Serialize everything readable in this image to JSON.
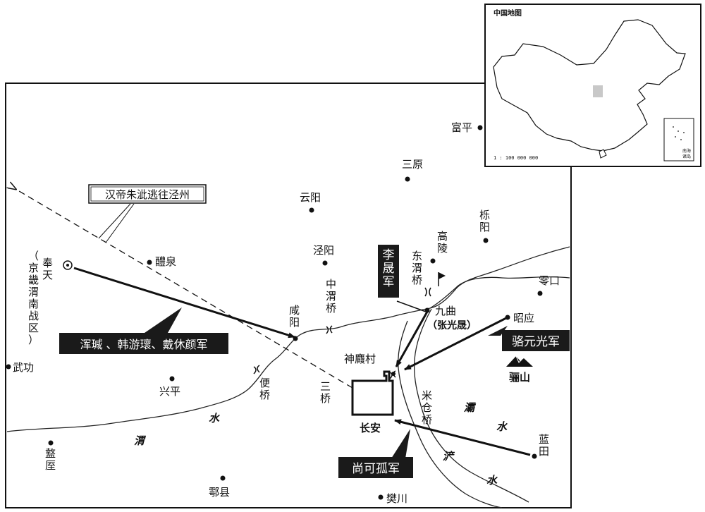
{
  "route_label": "汉帝朱泚逃往泾州",
  "places": {
    "fuping": "富平",
    "sanyuan": "三原",
    "yunyang": "云阳",
    "liyang": "栎阳",
    "gaoling": "高陵",
    "jingyang": "泾阳",
    "liquan": "醴泉",
    "lingkou": "零口",
    "zhaoying": "昭应",
    "xianyang": "咸阳",
    "jiuqu": "九曲",
    "jiuqu_note": "（张光晟）",
    "shenlu": "神麚村",
    "changan": "长安",
    "wugong": "武功",
    "xingping": "兴平",
    "zhouzhi": "盩厔",
    "huxian": "鄠县",
    "fanchuan": "樊川",
    "lantian": "蓝田",
    "lishan": "骊山",
    "fengtian": "奉天",
    "fengtian_note": "（京畿渭南战区）"
  },
  "bridges": {
    "dongwei": "东渭桥",
    "zhongwei": "中渭桥",
    "bian": "便桥",
    "san": "三桥",
    "micang": "米仓桥"
  },
  "rivers": {
    "wei_1": "渭",
    "wei_2": "水",
    "ba_1": "灞",
    "ba_2": "水",
    "chan_1": "浐",
    "chan_2": "水"
  },
  "armies": {
    "hun": "浑瑊 、韩游瓌、戴休颜军",
    "lisheng": "李晟军",
    "luoyuanguang": "骆元光军",
    "shangkegu": "尚可孤军"
  },
  "inset": {
    "title": "中国地图",
    "scale": "1 : 100 000 000",
    "nanhai_1": "南海",
    "nanhai_2": "诸岛"
  },
  "colors": {
    "ink": "#111111",
    "label_bg": "#1a1a1a",
    "label_fg": "#ffffff",
    "highlight": "#c8c8c8"
  }
}
